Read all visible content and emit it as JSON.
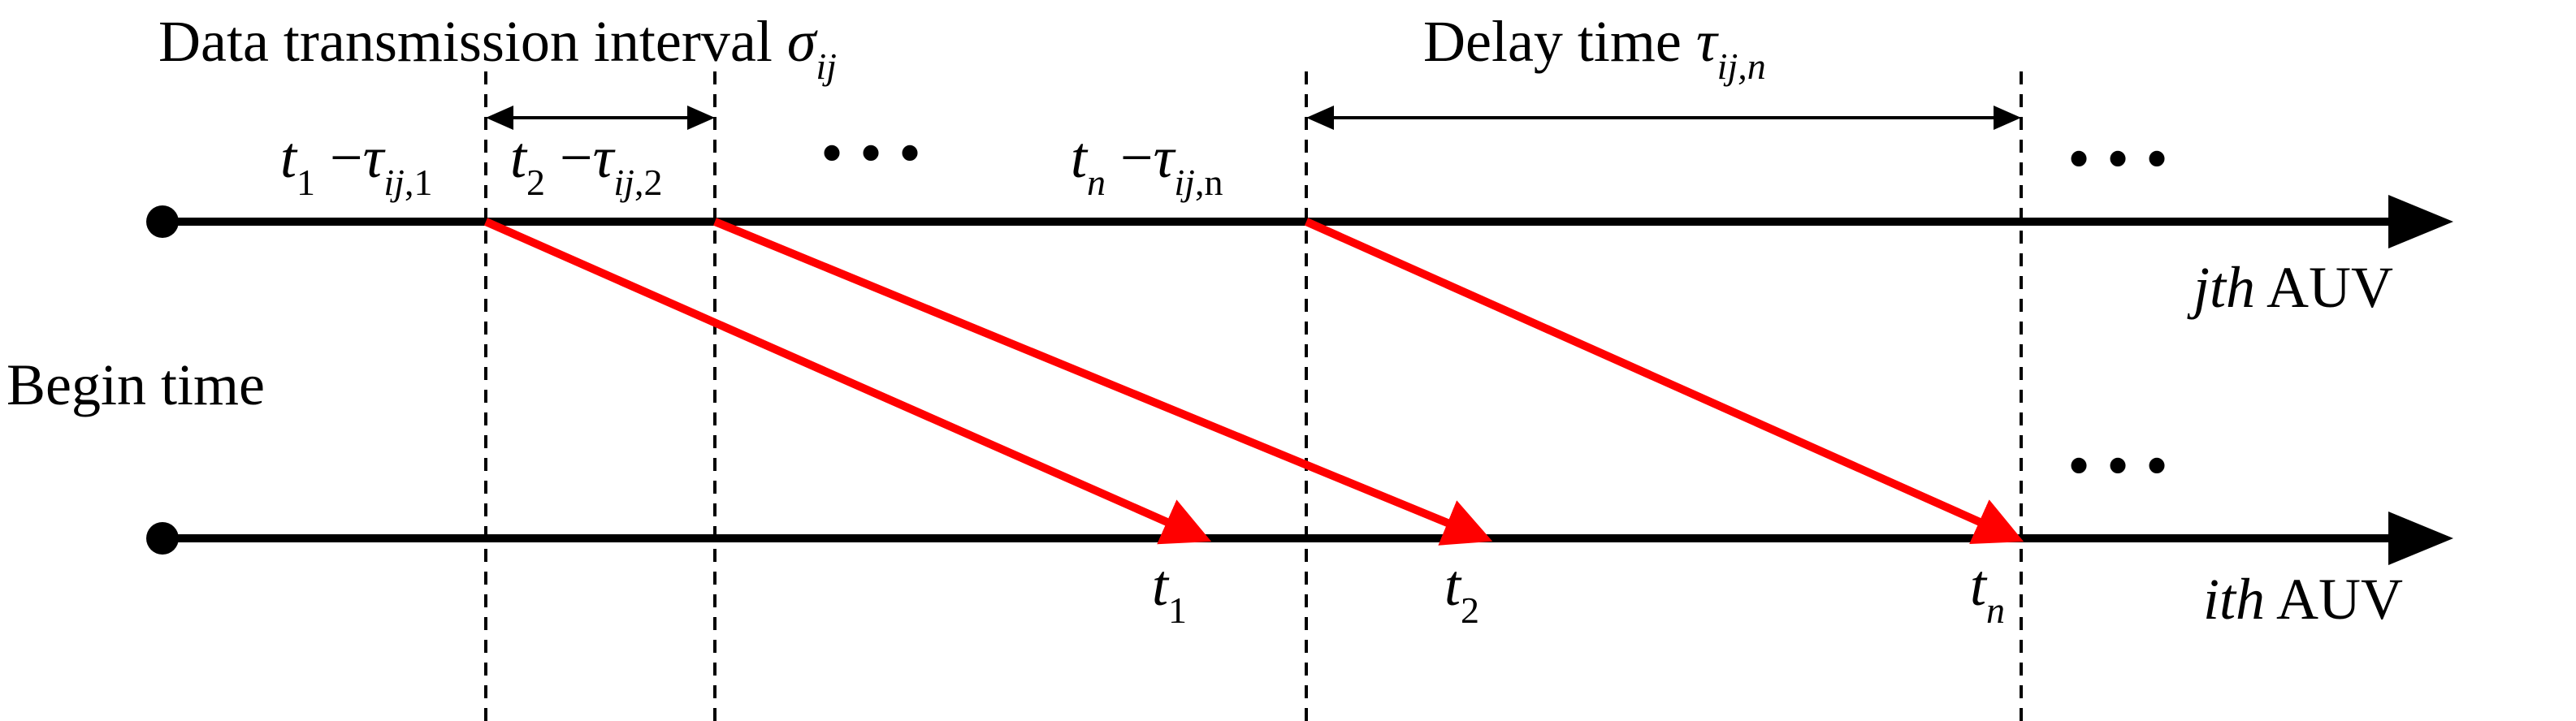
{
  "colors": {
    "signal": "#ff0000",
    "ink": "#000000",
    "background": "#ffffff"
  },
  "labels": {
    "interval_text": "Data transmission interval ",
    "interval_symbol": "σ",
    "interval_sub": "ij",
    "delay_text": "Delay time ",
    "delay_symbol": "τ",
    "delay_sub": "ij,n",
    "begin_time": "Begin time",
    "ellipsis": "• • •"
  },
  "timelines": {
    "upper": {
      "name_italic": "jth",
      "name_rest": " AUV"
    },
    "lower": {
      "name_italic": "ith",
      "name_rest": " AUV"
    }
  },
  "send_labels": [
    {
      "t": "t",
      "t_sub": "1",
      "minus": " −",
      "tau": "τ",
      "tau_sub": "ij",
      "tau_sub_rest": ",1"
    },
    {
      "t": "t",
      "t_sub": "2",
      "minus": " −",
      "tau": "τ",
      "tau_sub": "ij",
      "tau_sub_rest": ",2"
    },
    {
      "t": "t",
      "t_sub": "n",
      "minus": " −",
      "tau": "τ",
      "tau_sub": "ij",
      "tau_sub_rest": ",n"
    }
  ],
  "receive_labels": [
    {
      "t": "t",
      "t_sub": "1"
    },
    {
      "t": "t",
      "t_sub": "2"
    },
    {
      "t": "t",
      "t_sub": "n"
    }
  ]
}
